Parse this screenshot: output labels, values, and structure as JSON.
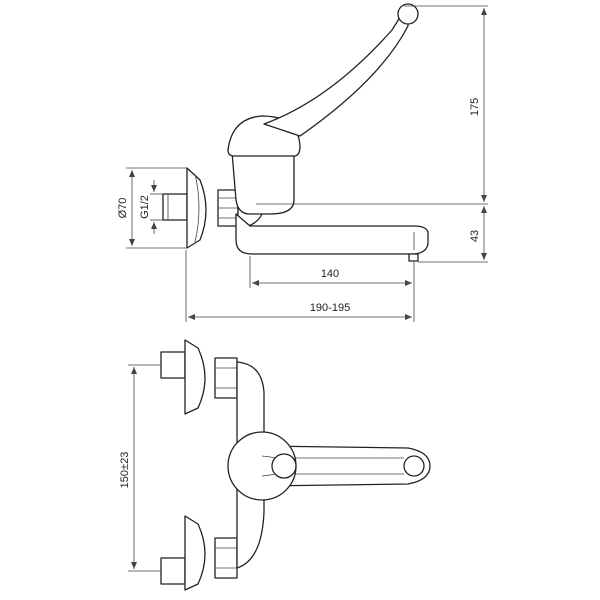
{
  "dimensions": {
    "lever_height": "175",
    "spout_height": "43",
    "spout_reach": "140",
    "total_depth": "190-195",
    "rosette_diameter": "Ø70",
    "thread": "G1/2",
    "inlet_spacing": "150±23"
  },
  "colors": {
    "line": "#222222",
    "background": "#ffffff"
  }
}
